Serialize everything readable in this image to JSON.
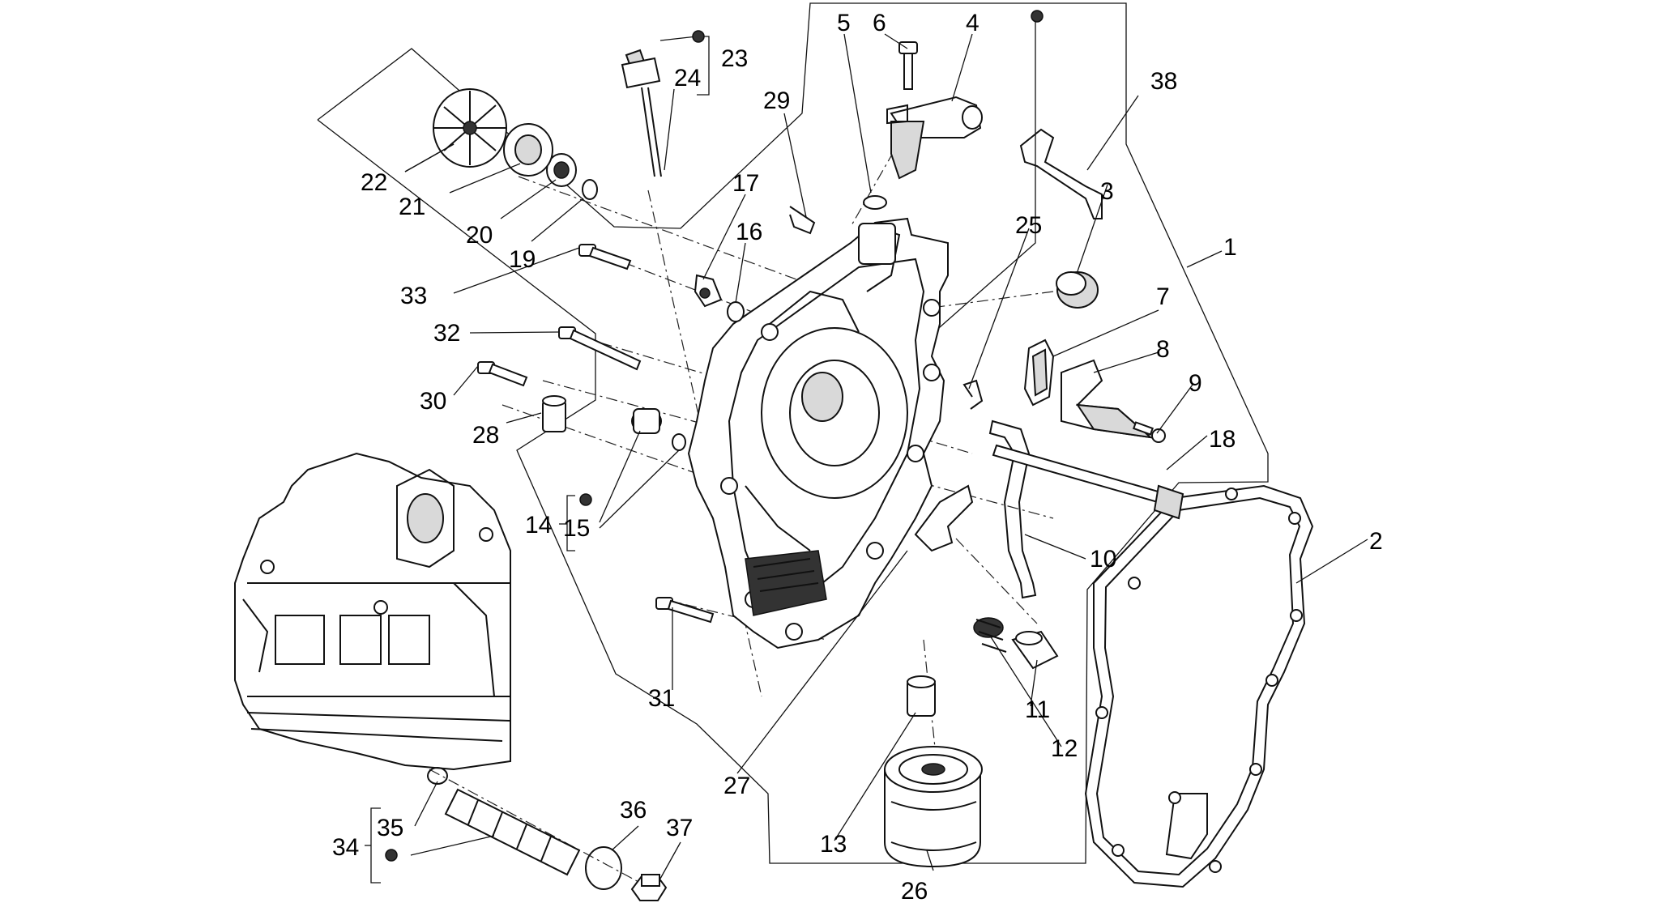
{
  "labels": [
    {
      "id": "1",
      "text": "1"
    },
    {
      "id": "2",
      "text": "2"
    },
    {
      "id": "3",
      "text": "3"
    },
    {
      "id": "4",
      "text": "4"
    },
    {
      "id": "5",
      "text": "5"
    },
    {
      "id": "6",
      "text": "6"
    },
    {
      "id": "7",
      "text": "7"
    },
    {
      "id": "8",
      "text": "8"
    },
    {
      "id": "9",
      "text": "9"
    },
    {
      "id": "10",
      "text": "10"
    },
    {
      "id": "11",
      "text": "11"
    },
    {
      "id": "12",
      "text": "12"
    },
    {
      "id": "13",
      "text": "13"
    },
    {
      "id": "14",
      "text": "14"
    },
    {
      "id": "15",
      "text": "15"
    },
    {
      "id": "16",
      "text": "16"
    },
    {
      "id": "17",
      "text": "17"
    },
    {
      "id": "18",
      "text": "18"
    },
    {
      "id": "19",
      "text": "19"
    },
    {
      "id": "20",
      "text": "20"
    },
    {
      "id": "21",
      "text": "21"
    },
    {
      "id": "22",
      "text": "22"
    },
    {
      "id": "23",
      "text": "23"
    },
    {
      "id": "24",
      "text": "24"
    },
    {
      "id": "25",
      "text": "25"
    },
    {
      "id": "26",
      "text": "26"
    },
    {
      "id": "27",
      "text": "27"
    },
    {
      "id": "28",
      "text": "28"
    },
    {
      "id": "29",
      "text": "29"
    },
    {
      "id": "30",
      "text": "30"
    },
    {
      "id": "31",
      "text": "31"
    },
    {
      "id": "32",
      "text": "32"
    },
    {
      "id": "33",
      "text": "33"
    },
    {
      "id": "34",
      "text": "34"
    },
    {
      "id": "35",
      "text": "35"
    },
    {
      "id": "36",
      "text": "36"
    },
    {
      "id": "37",
      "text": "37"
    },
    {
      "id": "38",
      "text": "38"
    }
  ],
  "colors": {
    "ink": "#111111",
    "background": "#ffffff"
  }
}
